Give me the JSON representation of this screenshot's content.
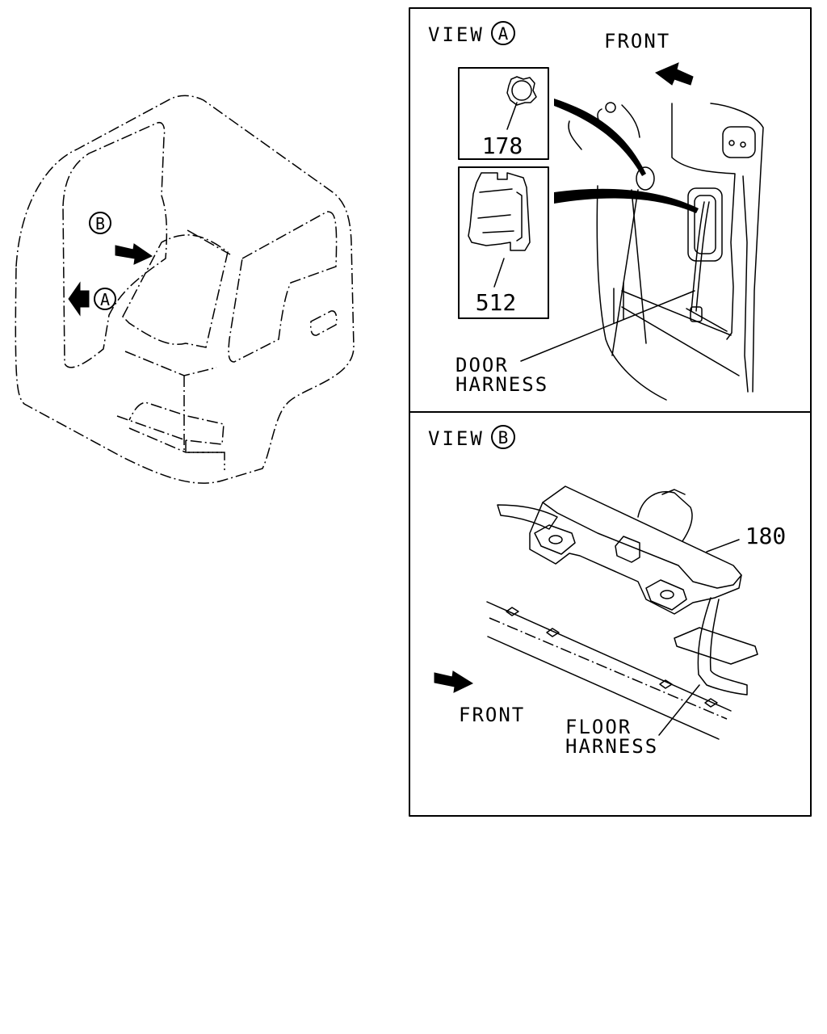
{
  "overview": {
    "marker_b": "B",
    "marker_a": "A"
  },
  "view_a": {
    "title_prefix": "VIEW",
    "title_marker": "A",
    "front_label": "FRONT",
    "part_178": "178",
    "part_512": "512",
    "door_harness_line1": "DOOR",
    "door_harness_line2": "HARNESS"
  },
  "view_b": {
    "title_prefix": "VIEW",
    "title_marker": "B",
    "part_180": "180",
    "front_label": "FRONT",
    "floor_harness_line1": "FLOOR",
    "floor_harness_line2": "HARNESS"
  }
}
